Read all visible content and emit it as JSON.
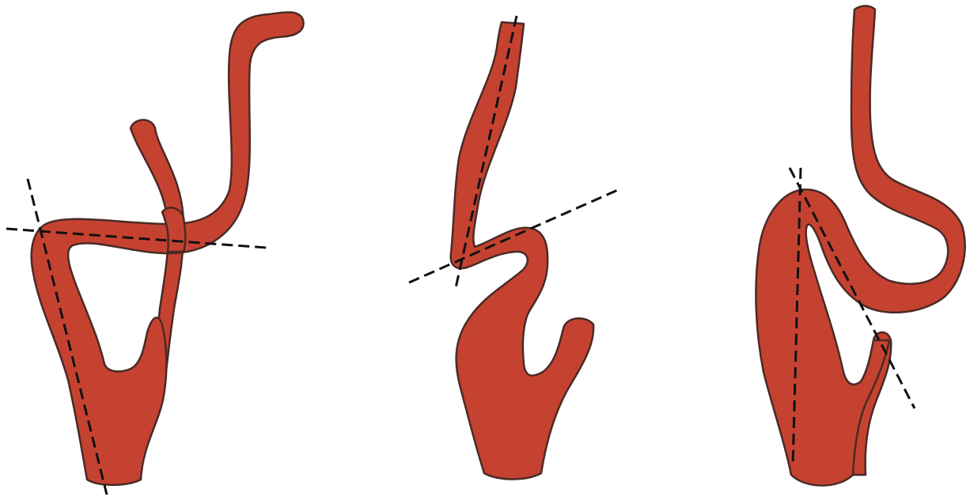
{
  "colors": {
    "vessel_fill": "#c64230",
    "vessel_outline": "#4a2a26",
    "axis_line": "#111111",
    "background": "#ffffff"
  },
  "panels": [
    {
      "id": "left",
      "vessel": "carotid-bifurcation-with-loop",
      "axes": 2
    },
    {
      "id": "middle",
      "vessel": "carotid-bifurcation-with-kink",
      "axes": 2
    },
    {
      "id": "right",
      "vessel": "carotid-bifurcation-with-coil",
      "axes": 2
    }
  ]
}
